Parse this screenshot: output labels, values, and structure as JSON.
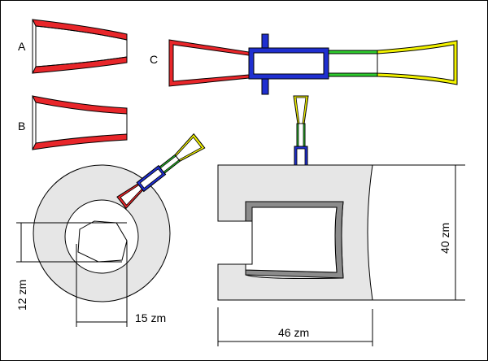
{
  "labels": {
    "a": "A",
    "b": "B",
    "c": "C"
  },
  "dimensions": {
    "height": "40 zm",
    "width": "46 zm",
    "ring_height": "12 zm",
    "ring_width": "15 zm"
  },
  "colors": {
    "background": "#ffffff",
    "outline": "#000000",
    "part_red": "#e8262a",
    "part_blue": "#1f2fd0",
    "part_green": "#2ecc2e",
    "part_yellow": "#f2f200",
    "body_fill": "#e6e6e6",
    "inner_wall": "#8c8c8c",
    "frame_border": "#000000"
  }
}
